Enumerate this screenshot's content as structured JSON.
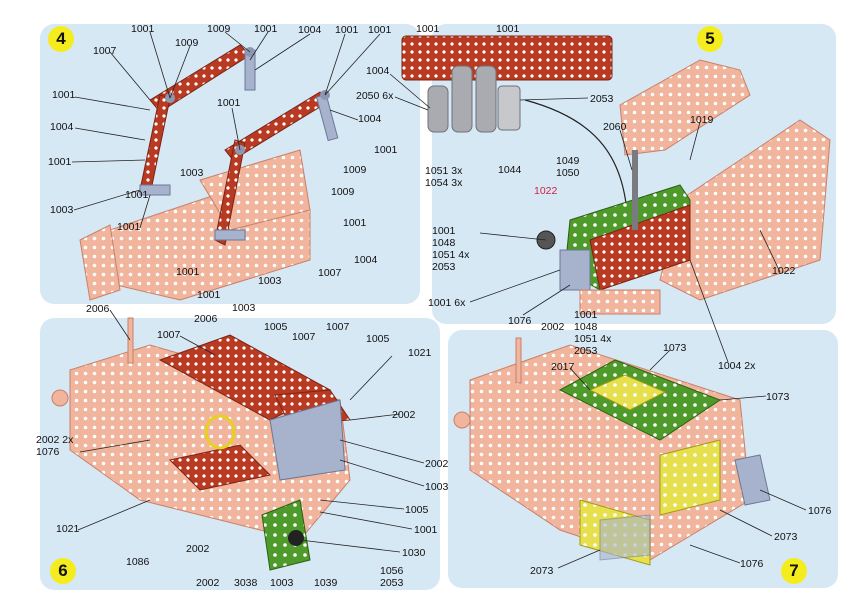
{
  "steps": [
    "4",
    "5",
    "6",
    "7"
  ],
  "colors": {
    "frame": "#f1b49c",
    "frame_dark": "#c98069",
    "red_part": "#b83a22",
    "blue_part": "#a7b3cc",
    "green_part": "#4e9a2a",
    "yellow_part": "#e6df4e",
    "bg_panel": "#d8e9f6",
    "badge": "#f5ec1e",
    "highlight": "#cc2244"
  },
  "panel4": {
    "labels": [
      "1001",
      "1009",
      "1001",
      "1004",
      "1001",
      "1001",
      "1007",
      "1009",
      "1001",
      "1004",
      "1001",
      "1004",
      "1001",
      "1003",
      "1009",
      "1001",
      "1003",
      "1001",
      "1001",
      "1009",
      "1001",
      "1004",
      "1001",
      "1001",
      "1003",
      "1003",
      "1007"
    ]
  },
  "panel5": {
    "strip_labels": [
      "1001",
      "1001"
    ],
    "labels": [
      "1004",
      "2050 6x",
      "2053",
      "1051 3x",
      "1054 3x",
      "1044",
      "2060",
      "1019",
      "1049",
      "1050",
      "1022",
      "1001",
      "1048",
      "1051 4x",
      "2053",
      "1001 6x",
      "1076",
      "2002",
      "1001",
      "1048",
      "1051 4x",
      "2053",
      "1004 2x",
      "1022"
    ]
  },
  "panel6": {
    "labels": [
      "2006",
      "1007",
      "2006",
      "1005",
      "1007",
      "1007",
      "1005",
      "1021",
      "2002",
      "2002 2x",
      "1076",
      "2002",
      "1003",
      "1005",
      "1001",
      "1030",
      "1021",
      "1086",
      "2002",
      "2002",
      "3038",
      "1003",
      "1039",
      "1056",
      "2053"
    ]
  },
  "panel7": {
    "labels": [
      "1073",
      "2017",
      "1073",
      "1076",
      "2073",
      "2073",
      "1076"
    ]
  }
}
